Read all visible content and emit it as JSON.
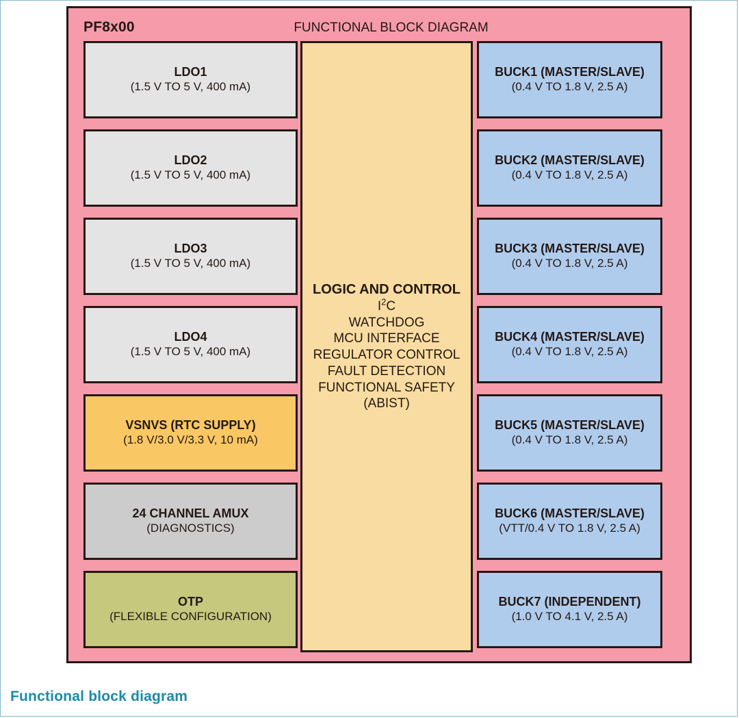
{
  "caption": "Functional block diagram",
  "chip": {
    "part_number": "PF8x00",
    "header": "FUNCTIONAL BLOCK DIAGRAM",
    "body_color": "#F69BAA",
    "border_color": "#231815"
  },
  "colors": {
    "pink_body": "#F69BAA",
    "ldo_gray": "#E4E4E4",
    "amux_gray": "#CCCCCC",
    "vsnvs_orange": "#F9C764",
    "otp_olive": "#C6C87E",
    "buck_blue": "#B0CCEC",
    "logic_tan": "#F9DCA1",
    "caption_teal": "#1B8AA6",
    "frame_teal": "#7FB9C9"
  },
  "left_column": [
    {
      "title": "LDO1",
      "sub": "(1.5 V TO 5 V, 400 mA)"
    },
    {
      "title": "LDO2",
      "sub": "(1.5 V TO 5 V, 400 mA)"
    },
    {
      "title": "LDO3",
      "sub": "(1.5 V TO 5 V, 400 mA)"
    },
    {
      "title": "LDO4",
      "sub": "(1.5 V TO 5 V, 400 mA)"
    },
    {
      "title": "VSNVS (RTC SUPPLY)",
      "sub": "(1.8 V/3.0 V/3.3 V, 10 mA)"
    },
    {
      "title": "24 CHANNEL AMUX",
      "sub": "(DIAGNOSTICS)"
    },
    {
      "title": "OTP",
      "sub": "(FLEXIBLE CONFIGURATION)"
    }
  ],
  "center_block": {
    "title": "LOGIC AND CONTROL",
    "i2c_prefix": "I",
    "i2c_sup": "2",
    "i2c_suffix": "C",
    "lines": [
      "WATCHDOG",
      "MCU INTERFACE",
      "REGULATOR CONTROL",
      "FAULT DETECTION",
      "FUNCTIONAL SAFETY",
      "(ABIST)"
    ]
  },
  "right_column": [
    {
      "title": "BUCK1 (MASTER/SLAVE)",
      "sub": "(0.4 V TO 1.8 V, 2.5 A)"
    },
    {
      "title": "BUCK2 (MASTER/SLAVE)",
      "sub": "(0.4 V TO 1.8 V, 2.5 A)"
    },
    {
      "title": "BUCK3 (MASTER/SLAVE)",
      "sub": "(0.4 V TO 1.8 V, 2.5 A)"
    },
    {
      "title": "BUCK4 (MASTER/SLAVE)",
      "sub": "(0.4 V TO 1.8 V, 2.5 A)"
    },
    {
      "title": "BUCK5 (MASTER/SLAVE)",
      "sub": "(0.4 V TO 1.8 V, 2.5 A)"
    },
    {
      "title": "BUCK6 (MASTER/SLAVE)",
      "sub": "(VTT/0.4 V TO 1.8 V, 2.5 A)"
    },
    {
      "title": "BUCK7 (INDEPENDENT)",
      "sub": "(1.0 V TO 4.1 V, 2.5 A)"
    }
  ]
}
